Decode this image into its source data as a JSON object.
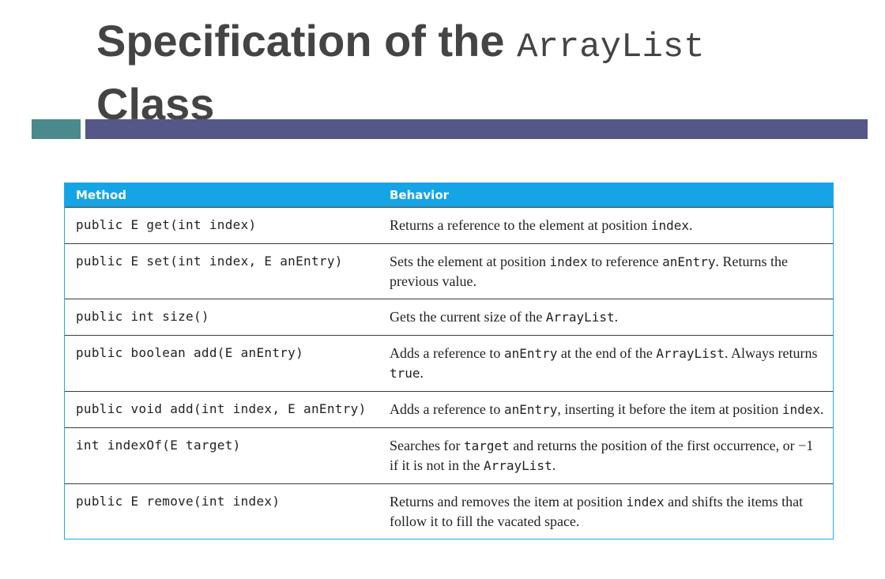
{
  "slide": {
    "title_prefix": "Specification of the",
    "title_code": "ArrayList",
    "title_suffix": "Class"
  },
  "table": {
    "headers": [
      "Method",
      "Behavior"
    ],
    "rows": [
      {
        "method": "public E get(int index)",
        "behavior": [
          {
            "text": "Returns a reference to the element at position "
          },
          {
            "code": "index"
          },
          {
            "text": "."
          }
        ]
      },
      {
        "method": "public E set(int index, E anEntry)",
        "behavior": [
          {
            "text": "Sets the element at position "
          },
          {
            "code": "index"
          },
          {
            "text": " to reference "
          },
          {
            "code": "anEntry"
          },
          {
            "text": ". Returns the previous value."
          }
        ]
      },
      {
        "method": "public int size()",
        "behavior": [
          {
            "text": "Gets the current size of the "
          },
          {
            "code": "ArrayList"
          },
          {
            "text": "."
          }
        ]
      },
      {
        "method": "public boolean add(E anEntry)",
        "behavior": [
          {
            "text": "Adds a reference to "
          },
          {
            "code": "anEntry"
          },
          {
            "text": " at the end of the "
          },
          {
            "code": "ArrayList"
          },
          {
            "text": ". Always returns "
          },
          {
            "code": "true"
          },
          {
            "text": "."
          }
        ]
      },
      {
        "method": "public void add(int index, E anEntry)",
        "behavior": [
          {
            "text": "Adds a reference to "
          },
          {
            "code": "anEntry"
          },
          {
            "text": ", inserting it before the item at position "
          },
          {
            "code": "index"
          },
          {
            "text": "."
          }
        ]
      },
      {
        "method": "int indexOf(E target)",
        "behavior": [
          {
            "text": "Searches for "
          },
          {
            "code": "target"
          },
          {
            "text": " and returns the position of the first occurrence, or −1 if it is not in the "
          },
          {
            "code": "ArrayList"
          },
          {
            "text": "."
          }
        ]
      },
      {
        "method": "public E remove(int index)",
        "behavior": [
          {
            "text": "Returns and removes the item at position "
          },
          {
            "code": "index"
          },
          {
            "text": " and shifts the items that follow it to fill the vacated space."
          }
        ]
      }
    ]
  }
}
